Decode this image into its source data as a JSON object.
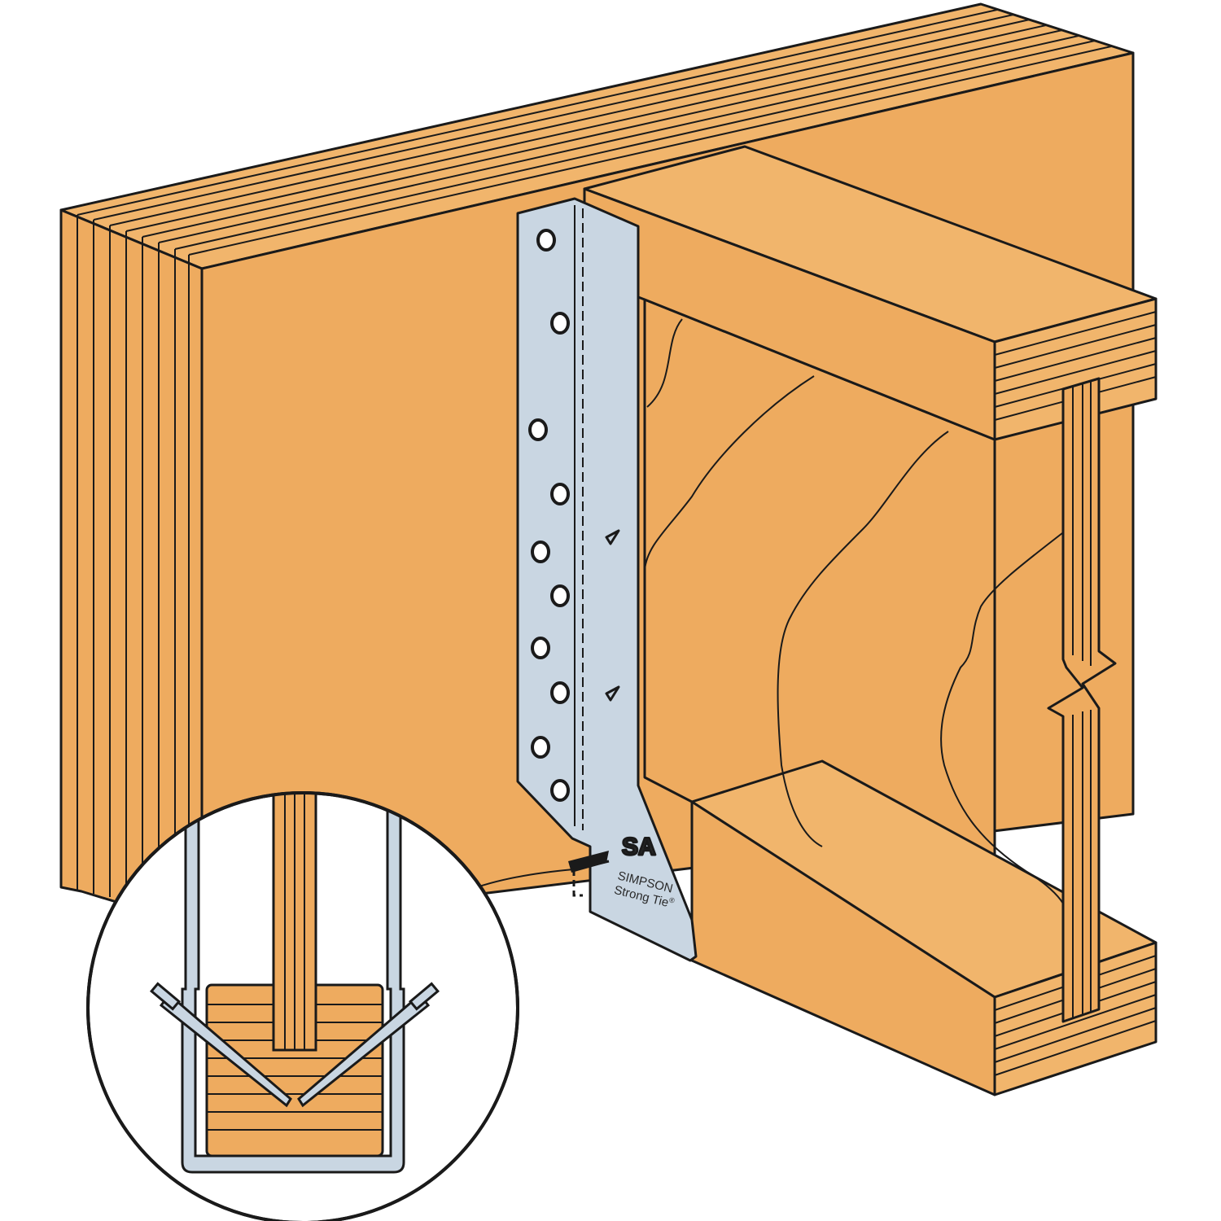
{
  "illustration": {
    "brand_line1": "SIMPSON",
    "brand_line2": "Strong Tie",
    "trademark": "®",
    "hanger_logo": "SA"
  },
  "colors": {
    "wood": "#eeab5f",
    "wood_light": "#f1b56c",
    "steel": "#c9d6e2",
    "outline": "#1a1a1a",
    "background": "#ffffff"
  }
}
